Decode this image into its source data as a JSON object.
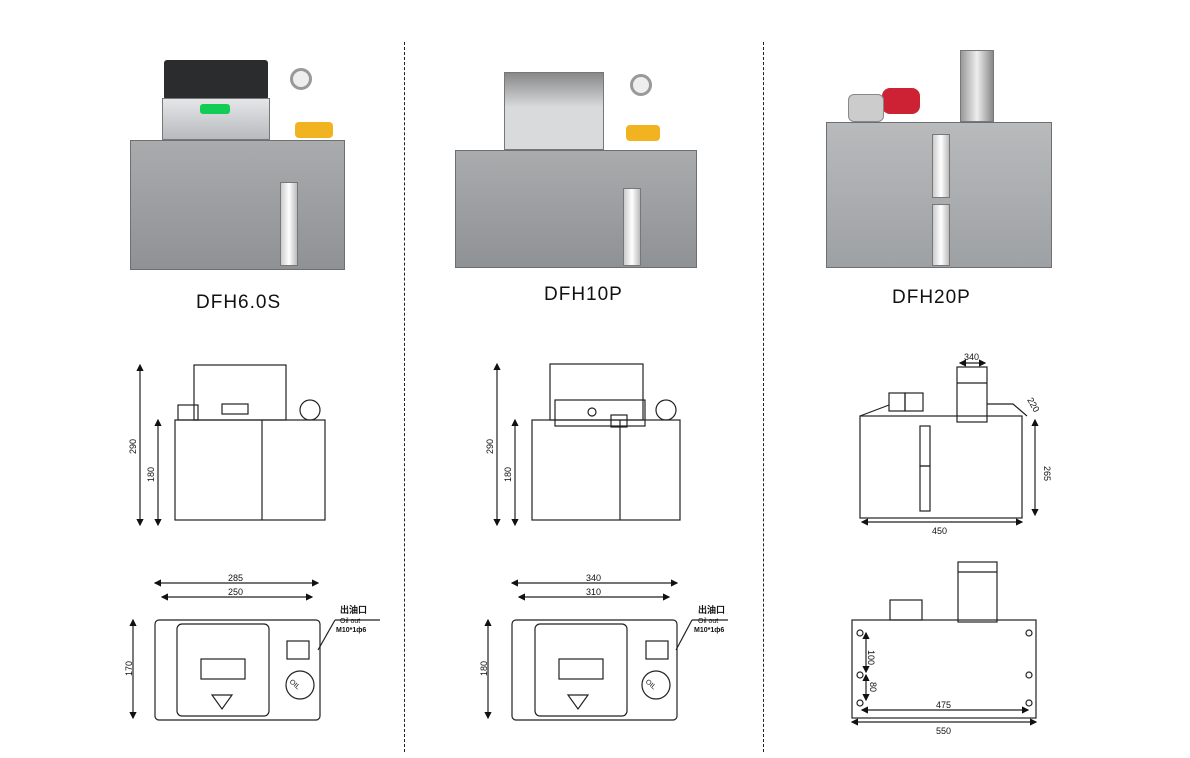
{
  "products": [
    {
      "model": "DFH6.0S",
      "dims": {
        "height_total": "290",
        "height_tank": "180",
        "width_outer": "285",
        "width_holes": "250",
        "depth": "170"
      },
      "outlet": {
        "label_cn": "出油口",
        "label_en": "Oil out",
        "thread": "M10*1ф6"
      }
    },
    {
      "model": "DFH10P",
      "dims": {
        "height_total": "290",
        "height_tank": "180",
        "width_outer": "340",
        "width_holes": "310",
        "depth": "180"
      },
      "outlet": {
        "label_cn": "出油口",
        "label_en": "Oil out",
        "thread": "M10*1ф6"
      }
    },
    {
      "model": "DFH20P",
      "dims": {
        "motor_width": "340",
        "motor_depth": "220",
        "height": "265",
        "width": "450",
        "hole_spacing_1": "100",
        "hole_spacing_2": "80",
        "hole_width": "475",
        "base_width": "550"
      }
    }
  ],
  "tank_text": "OIL"
}
